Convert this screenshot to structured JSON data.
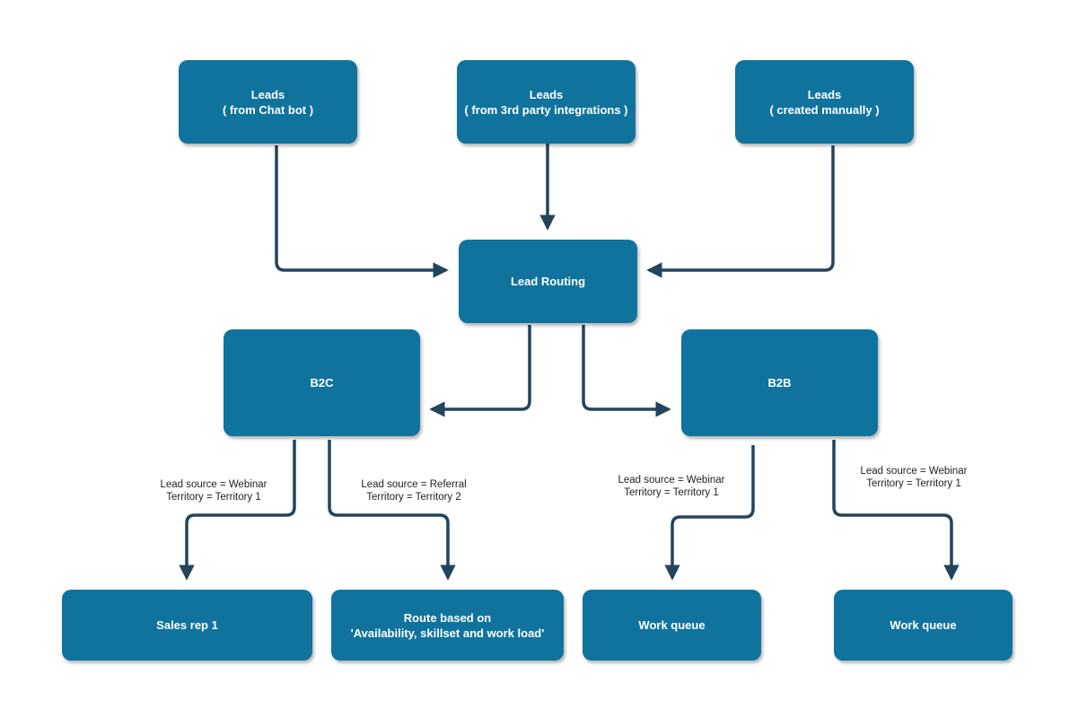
{
  "colors": {
    "node_fill": "#10739e",
    "node_text": "#ffffff",
    "connector": "#23445d",
    "label_text": "#222222"
  },
  "nodes": {
    "leads_chatbot": {
      "line1": "Leads",
      "line2": "( from Chat bot )"
    },
    "leads_integrations": {
      "line1": "Leads",
      "line2": "( from 3rd party integrations )"
    },
    "leads_manual": {
      "line1": "Leads",
      "line2": "( created manually )"
    },
    "lead_routing": {
      "label": "Lead Routing"
    },
    "b2c": {
      "label": "B2C"
    },
    "b2b": {
      "label": "B2B"
    },
    "sales_rep": {
      "label": "Sales rep 1"
    },
    "route_based": {
      "line1": "Route based on",
      "line2": "'Availability, skillset and work load'"
    },
    "work_queue_1": {
      "label": "Work queue"
    },
    "work_queue_2": {
      "label": "Work queue"
    }
  },
  "conditions": {
    "b2c_to_sales_rep": {
      "line1": "Lead source = Webinar",
      "line2": "Territory = Territory 1"
    },
    "b2c_to_route": {
      "line1": "Lead source = Referral",
      "line2": "Territory = Territory 2"
    },
    "b2b_to_queue_1": {
      "line1": "Lead source = Webinar",
      "line2": "Territory = Territory 1"
    },
    "b2b_to_queue_2": {
      "line1": "Lead source = Webinar",
      "line2": "Territory = Territory 1"
    }
  }
}
